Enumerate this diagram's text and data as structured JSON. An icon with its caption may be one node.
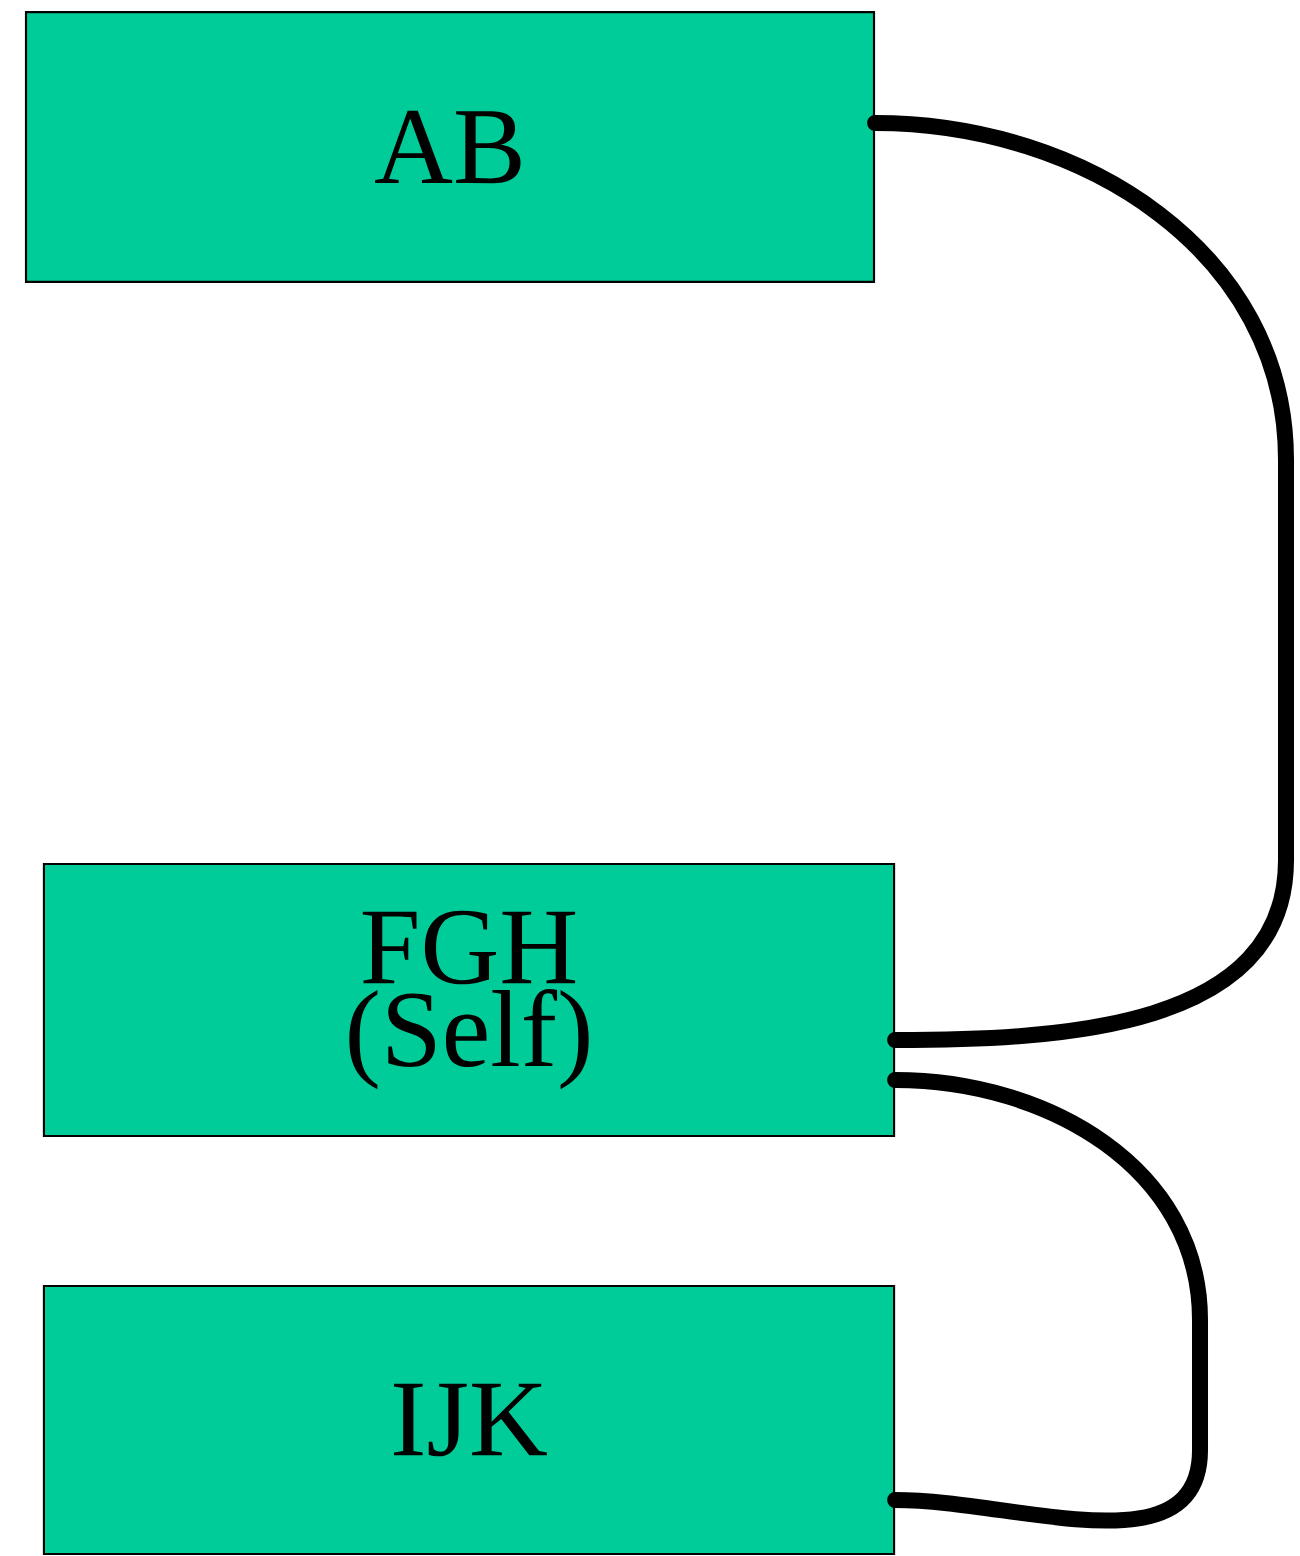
{
  "diagram": {
    "nodes": [
      {
        "text": [
          "AB"
        ]
      },
      {
        "text": [
          "FGH (Self)"
        ]
      },
      {
        "text": [
          "IJK"
        ]
      }
    ],
    "edges": [
      {
        "from": 0,
        "to": 1,
        "arrow": "none"
      },
      {
        "from": 1,
        "to": 2,
        "arrow": "none"
      }
    ]
  }
}
